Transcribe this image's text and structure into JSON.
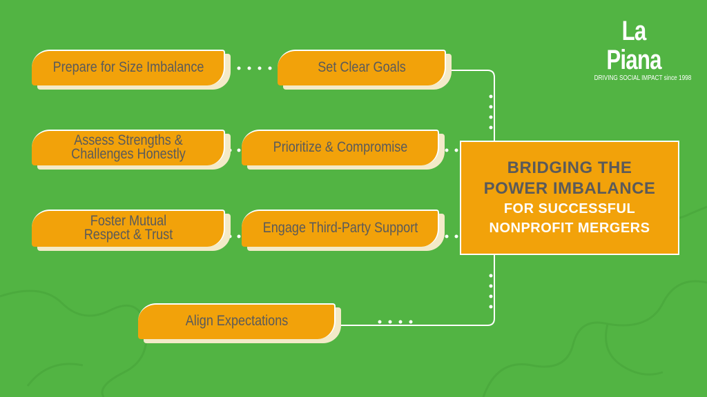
{
  "brand": {
    "name": "La Piana",
    "tagline": "DRIVING SOCIAL IMPACT since 1998"
  },
  "center": {
    "line1": "BRIDGING THE",
    "line2": "POWER IMBALANCE",
    "line3": "FOR SUCCESSFUL",
    "line4": "NONPROFIT MERGERS"
  },
  "steps": {
    "prepare": "Prepare for Size Imbalance",
    "goals": "Set Clear Goals",
    "assess": "Assess Strengths &\nChallenges Honestly",
    "prioritize": "Prioritize & Compromise",
    "foster": "Foster Mutual\nRespect & Trust",
    "engage": "Engage Third-Party Support",
    "align": "Align Expectations"
  },
  "colors": {
    "background": "#52b443",
    "pill": "#f2a20a",
    "pill_shadow": "#f3eac8",
    "text": "#5a5a5a"
  }
}
